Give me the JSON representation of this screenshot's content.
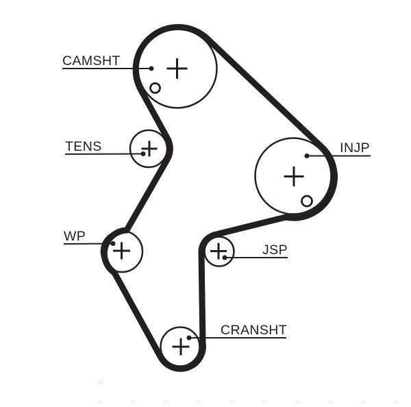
{
  "diagram": {
    "type": "timing-belt-routing",
    "pulleys": {
      "camshaft": {
        "label": "CAMSHT"
      },
      "tensioner": {
        "label": "TENS"
      },
      "water_pump": {
        "label": "WP"
      },
      "injection_pump": {
        "label": "INJP"
      },
      "jockey": {
        "label": "JSP"
      },
      "crankshaft": {
        "label": "CRANSHT"
      }
    },
    "colors": {
      "ink": "#231f20",
      "background": "#ffffff",
      "watermark": "#f2f8f8"
    }
  }
}
